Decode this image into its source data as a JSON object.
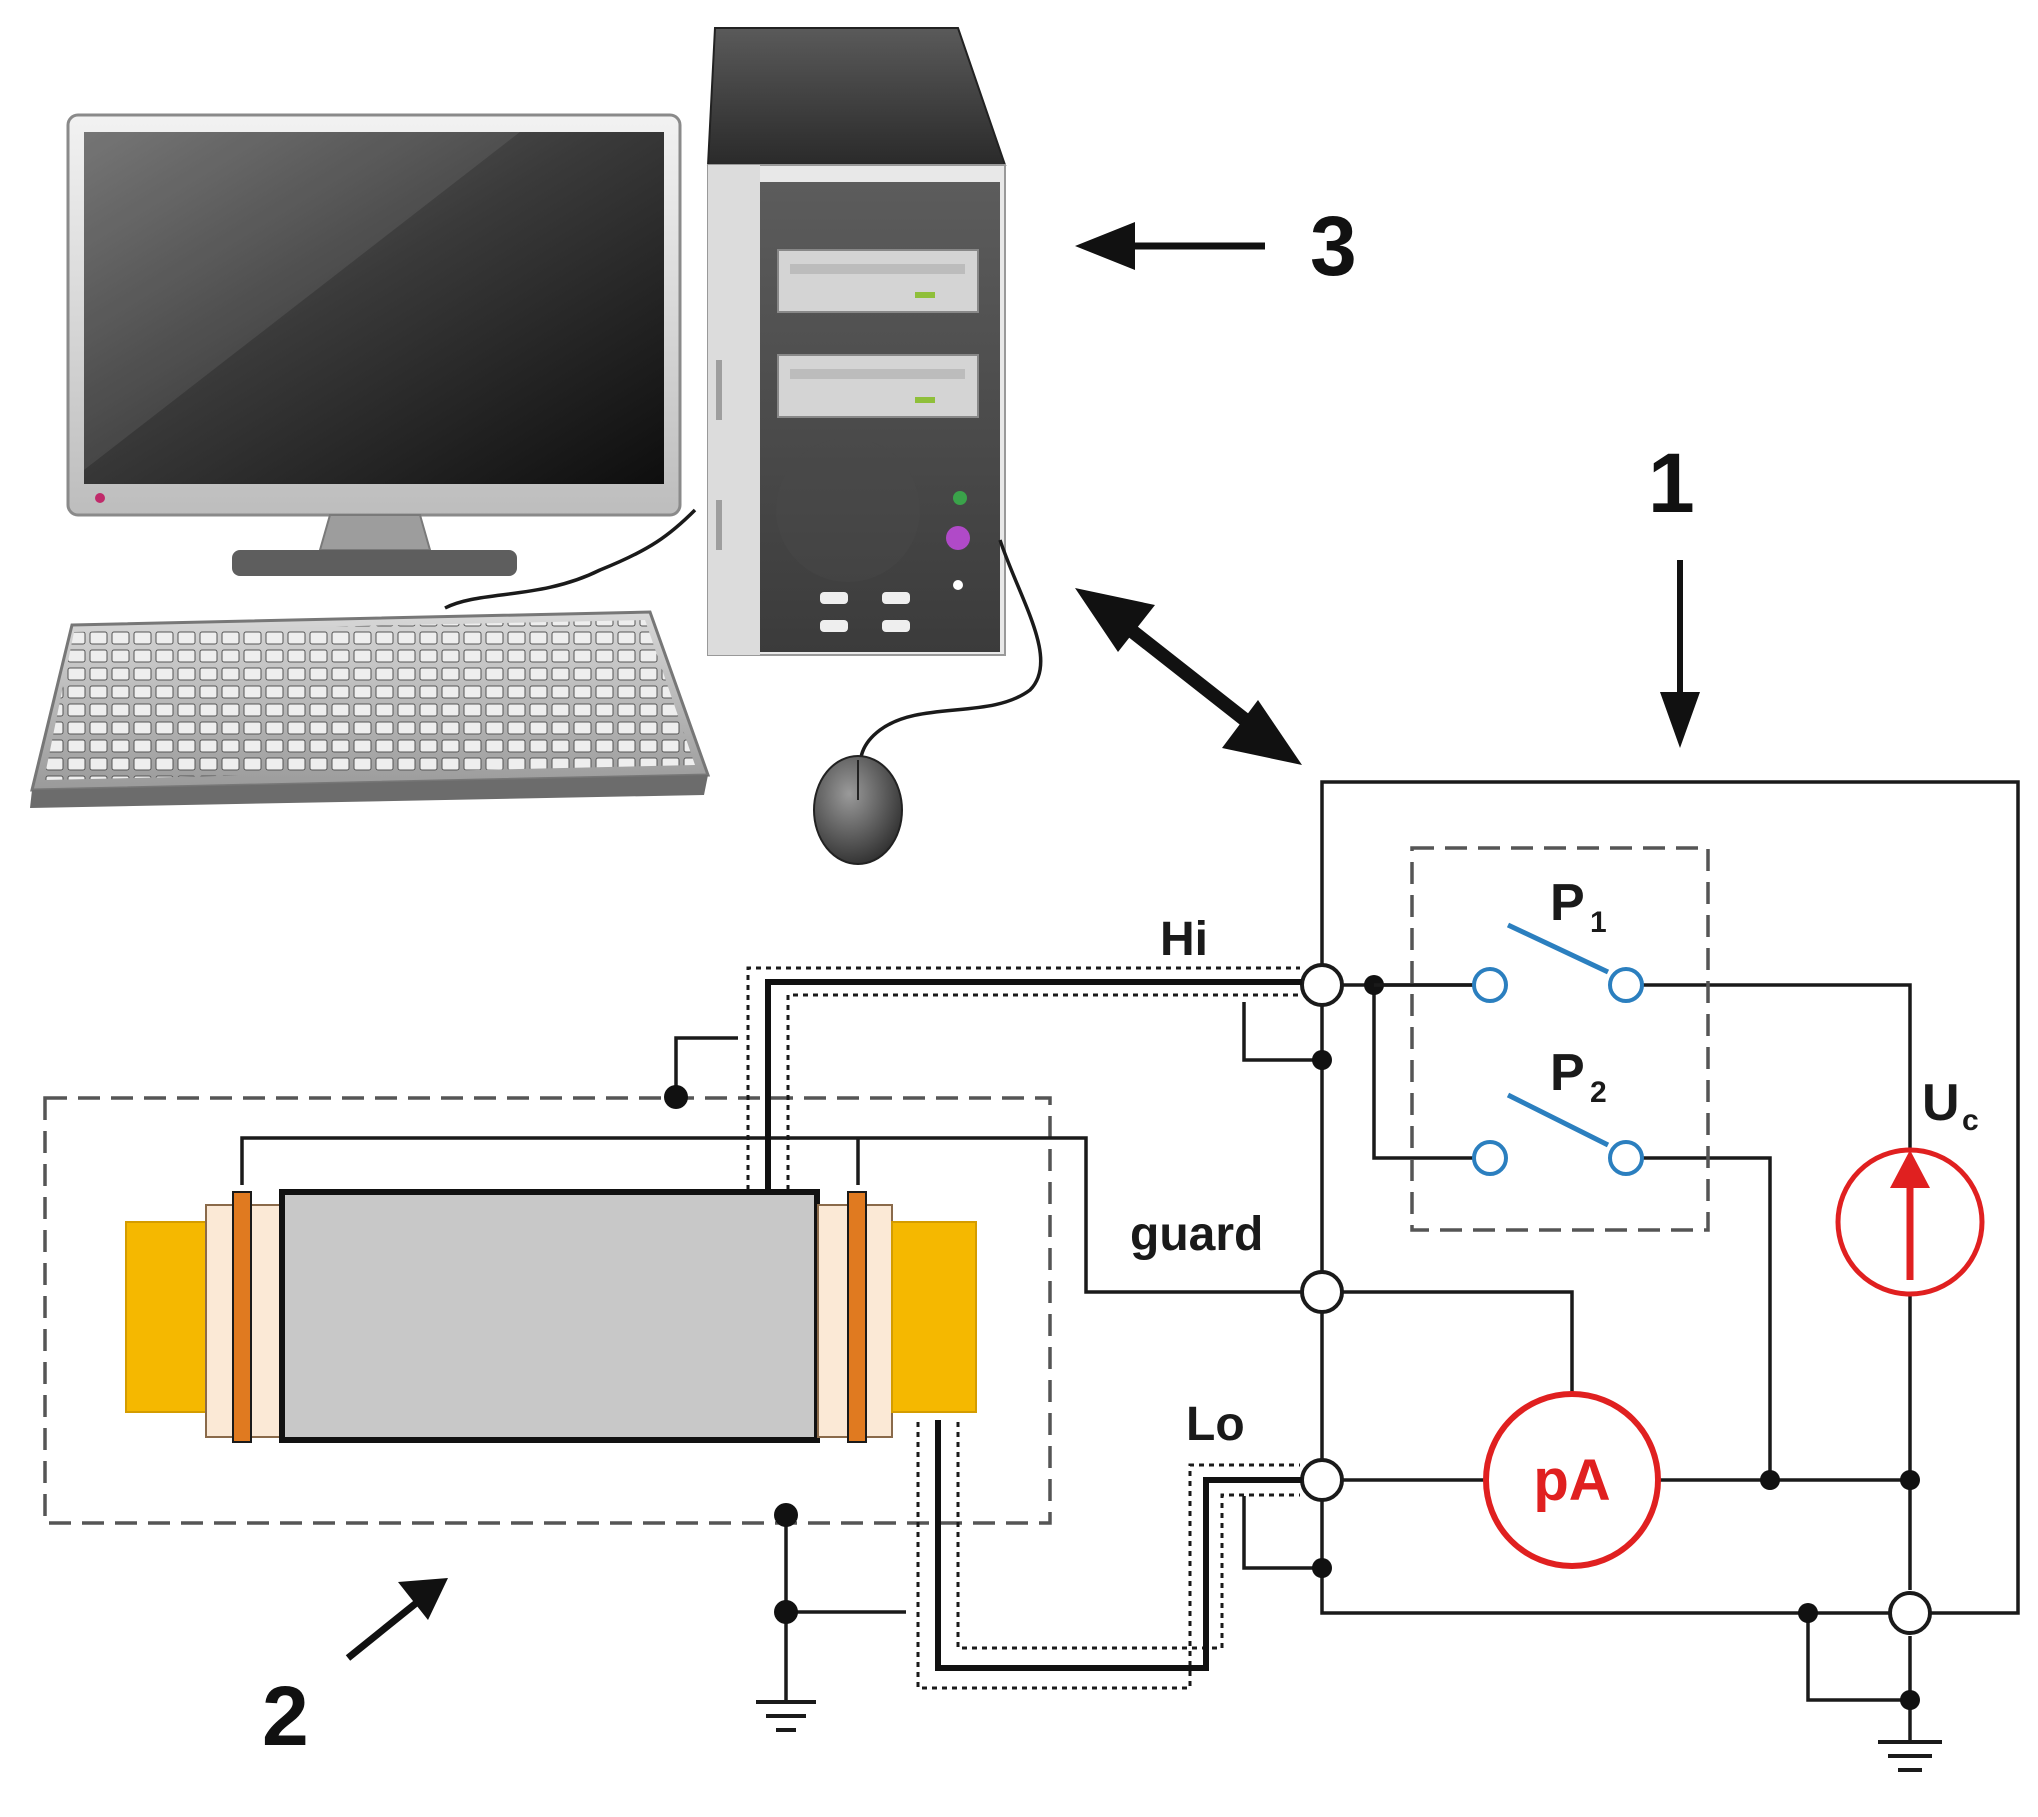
{
  "labels": {
    "hi": "Hi",
    "guard": "guard",
    "lo": "Lo",
    "p1_letter": "P",
    "p1_sub": "1",
    "p2_letter": "P",
    "p2_sub": "2",
    "uc_letter": "U",
    "uc_sub": "c",
    "ammeter": "pA"
  },
  "callouts": {
    "instrument": "1",
    "sample_cell": "2",
    "computer": "3"
  },
  "colors": {
    "circuit_wire": "#1a1a1a",
    "switch": "#2b7fbf",
    "meter": "#e02020",
    "electrode_gold": "#f5b800",
    "contact_orange": "#e07a20",
    "sample_gray": "#c8c8c8"
  }
}
